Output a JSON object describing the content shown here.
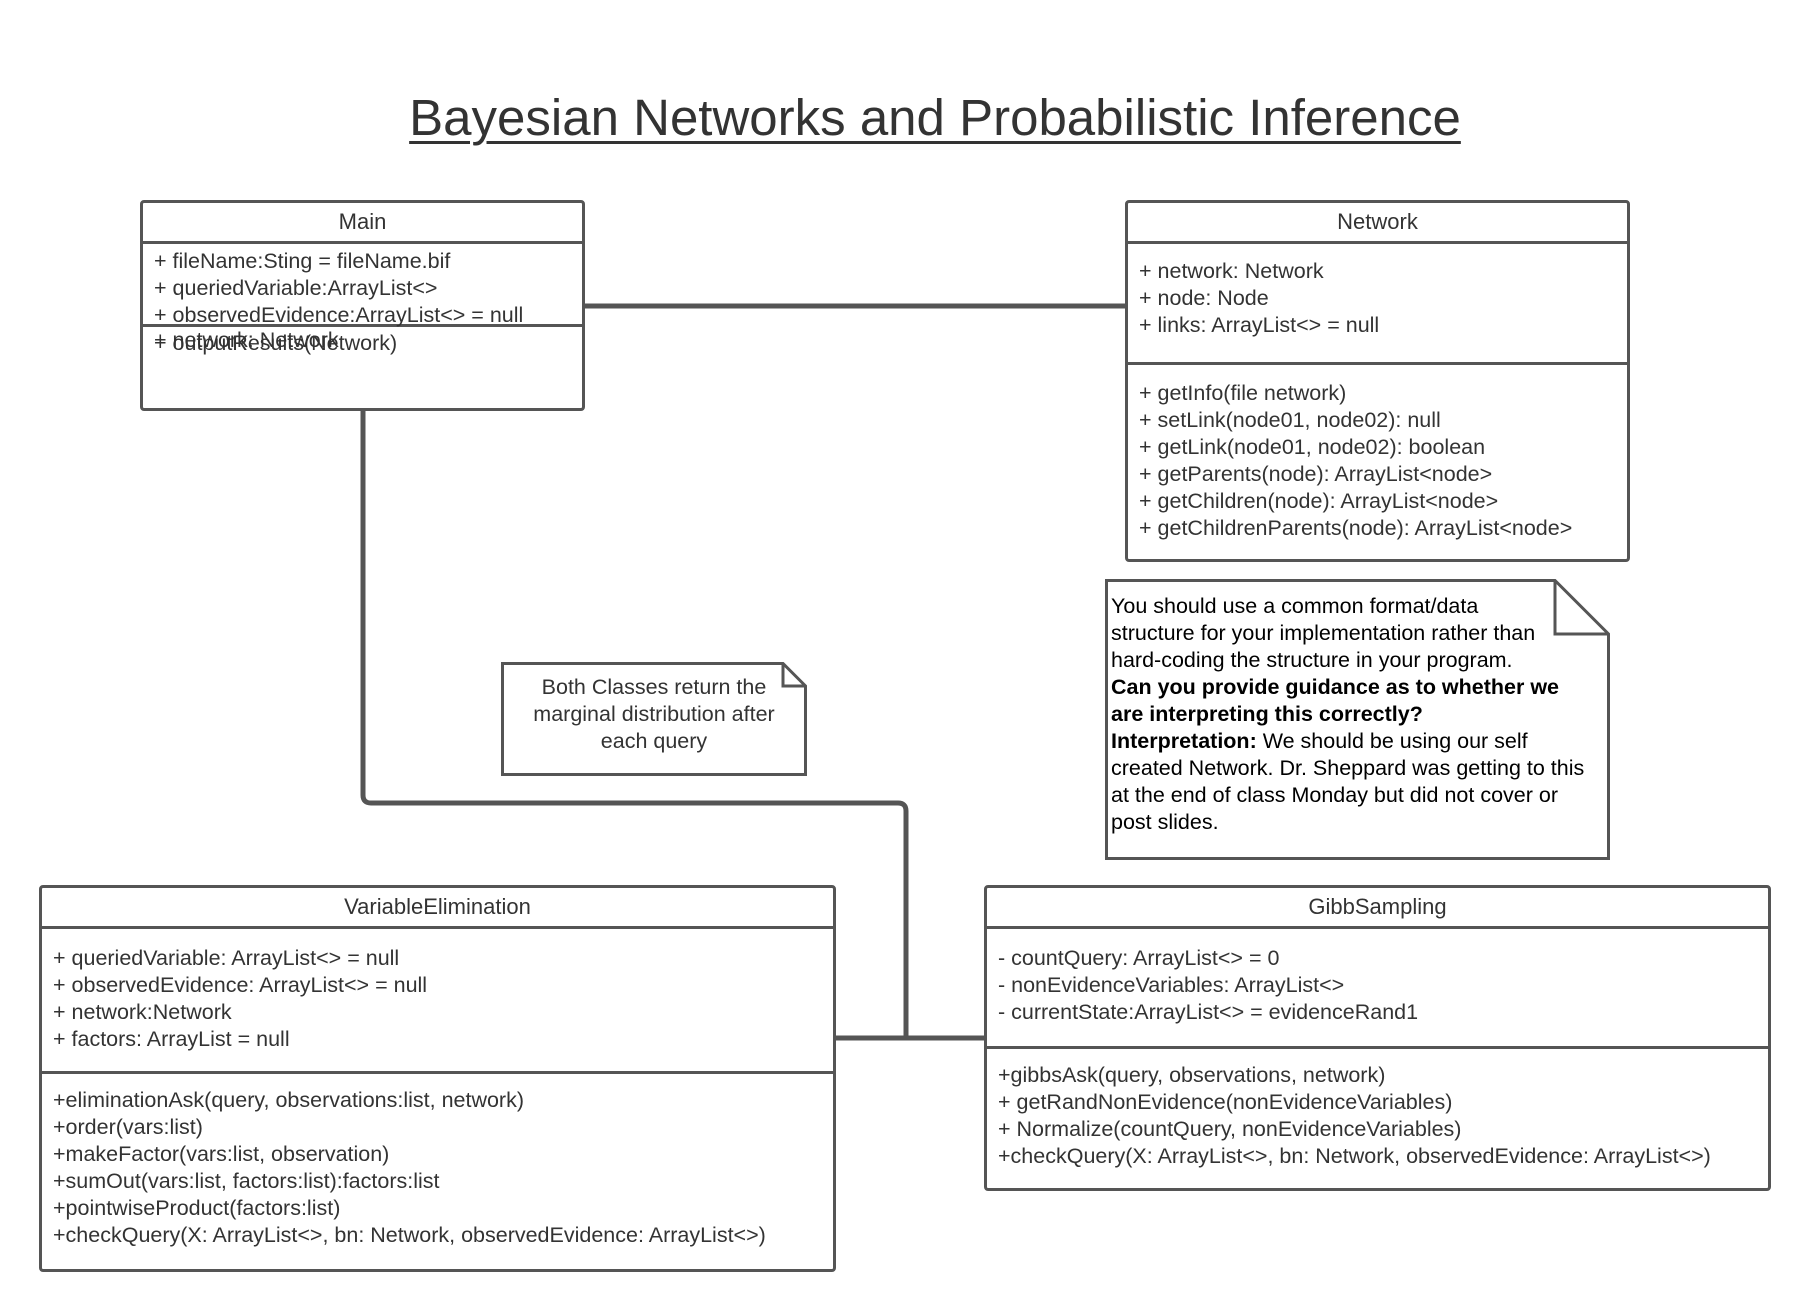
{
  "title": "Bayesian Networks and Probabilistic Inference",
  "classes": {
    "main": {
      "name": "Main",
      "attributes": [
        "+ fileName:Sting = fileName.bif",
        "+ queriedVariable:ArrayList<>",
        "+ observedEvidence:ArrayList<> = null",
        "+ network: Network"
      ],
      "operations": [
        "+ outputResults(Network)"
      ]
    },
    "network": {
      "name": "Network",
      "attributes": [
        "+ network: Network",
        "+ node: Node",
        "+ links: ArrayList<> = null"
      ],
      "operations": [
        "+ getInfo(file network)",
        "+ setLink(node01, node02): null",
        "+ getLink(node01, node02): boolean",
        "+ getParents(node): ArrayList<node>",
        "+ getChildren(node): ArrayList<node>",
        "+ getChildrenParents(node): ArrayList<node>"
      ]
    },
    "variable_elimination": {
      "name": "VariableElimination",
      "attributes": [
        "+ queriedVariable: ArrayList<> = null",
        "+ observedEvidence: ArrayList<> = null",
        "+ network:Network",
        "+ factors: ArrayList = null"
      ],
      "operations": [
        "+eliminationAsk(query, observations:list, network)",
        "+order(vars:list)",
        "+makeFactor(vars:list, observation)",
        "+sumOut(vars:list, factors:list):factors:list",
        "+pointwiseProduct(factors:list)",
        "+checkQuery(X: ArrayList<>, bn: Network, observedEvidence: ArrayList<>)"
      ]
    },
    "gibb_sampling": {
      "name": "GibbSampling",
      "attributes": [
        "- countQuery: ArrayList<> = 0",
        "- nonEvidenceVariables: ArrayList<>",
        "- currentState:ArrayList<> = evidenceRand1"
      ],
      "operations": [
        "+gibbsAsk(query, observations, network)",
        "+ getRandNonEvidence(nonEvidenceVariables)",
        "+ Normalize(countQuery, nonEvidenceVariables)",
        "+checkQuery(X: ArrayList<>, bn: Network, observedEvidence: ArrayList<>)"
      ]
    }
  },
  "notes": {
    "marginal": {
      "lines": [
        "Both Classes return the",
        "marginal distribution after",
        "each query"
      ]
    },
    "guidance": {
      "line1": "You should use a common format/data",
      "line2": "structure for your implementation rather than",
      "line3": "hard-coding the structure in your program.",
      "question1": "Can you provide guidance as to whether we",
      "question2": "are interpreting this correctly?",
      "interp_label": "Interpretation:",
      "interp1": " We should be using our self",
      "interp2": "created Network. Dr. Sheppard was getting to this",
      "interp3": "at the end of class Monday but did not cover or",
      "interp4": "post slides."
    }
  },
  "colors": {
    "border": "#555555",
    "text": "#333333",
    "note_text": "#000000",
    "background": "#ffffff"
  }
}
